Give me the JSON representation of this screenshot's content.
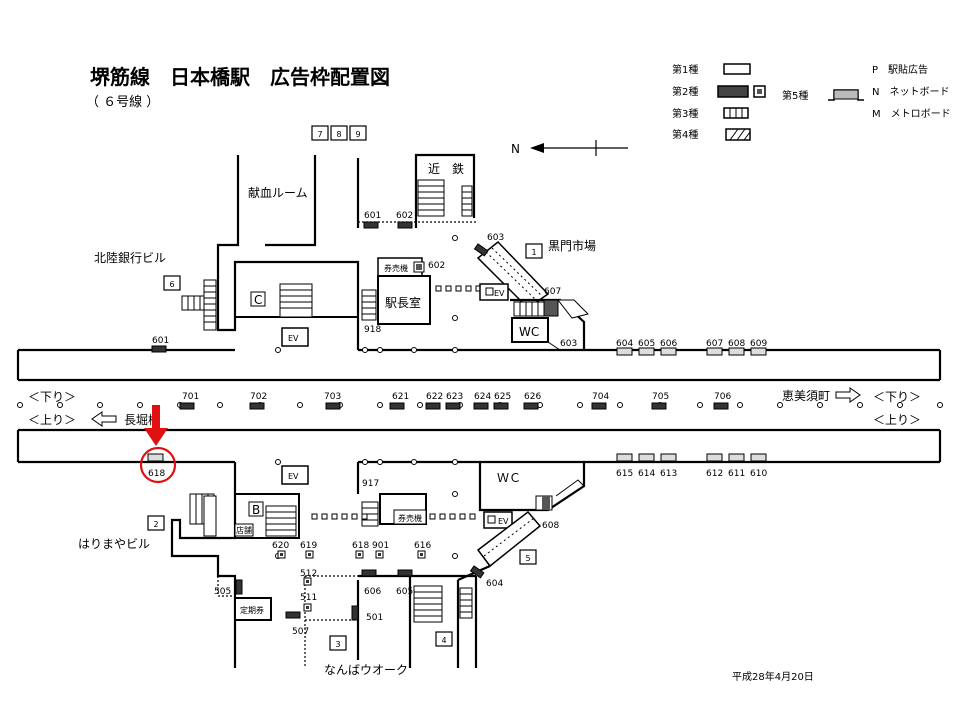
{
  "title": "堺筋線　日本橋駅　広告枠配置図",
  "subtitle": "（ ６号線 ）",
  "date": "平成28年4月20日",
  "north": "N",
  "legend": {
    "type1": "第1種",
    "type2": "第2種",
    "type3": "第3種",
    "type4": "第4種",
    "type5": "第5種",
    "p": "P　駅貼広告",
    "n": "N　ネットボード",
    "m": "M　メトロボード"
  },
  "rooms": {
    "blood": "献血ルーム",
    "kintetsu": "近　鉄",
    "ticket_n": "券売機",
    "ticket_s": "券売機",
    "stationmaster": "駅長室",
    "wc_n": "WC",
    "wc_s": "ＷＣ",
    "c": "C",
    "b": "B",
    "ev": "EV",
    "teiki": "定期券",
    "shop": "店舗"
  },
  "places": {
    "hokuriku": "北陸銀行ビル",
    "kuromon": "黒門市場",
    "harimaya": "はりまやビル",
    "namba": "なんばウオーク"
  },
  "directions": {
    "down_l": "＜下り＞",
    "up_l": "＜上り＞",
    "down_r": "＜下り＞",
    "up_r": "＜上り＞",
    "ebisu": "恵美須町",
    "nagahori": "長堀橋"
  },
  "exits": [
    "7",
    "8",
    "9",
    "6",
    "1",
    "2",
    "3",
    "4",
    "5"
  ],
  "ads": {
    "a601": "601",
    "a602": "602",
    "a603": "603",
    "a602b": "602",
    "a607": "607",
    "a603b": "603",
    "a601w": "601",
    "a918": "918",
    "a604": "604",
    "a605": "605",
    "a606": "606",
    "a607r": "607",
    "a608": "608",
    "a609": "609",
    "a701": "701",
    "a702": "702",
    "a703": "703",
    "a621": "621",
    "a622": "622",
    "a623": "623",
    "a624": "624",
    "a625": "625",
    "a626": "626",
    "a704": "704",
    "a705": "705",
    "a706": "706",
    "a618": "618",
    "a615": "615",
    "a614": "614",
    "a613": "613",
    "a612": "612",
    "a611": "611",
    "a610": "610",
    "a917": "917",
    "a608b": "608",
    "a620": "620",
    "a619": "619",
    "a618b": "618",
    "a901": "901",
    "a616": "616",
    "a512": "512",
    "a511": "511",
    "a505": "505",
    "a507": "507",
    "a501": "501",
    "a606b": "606",
    "a605b": "605",
    "a604b": "604"
  }
}
